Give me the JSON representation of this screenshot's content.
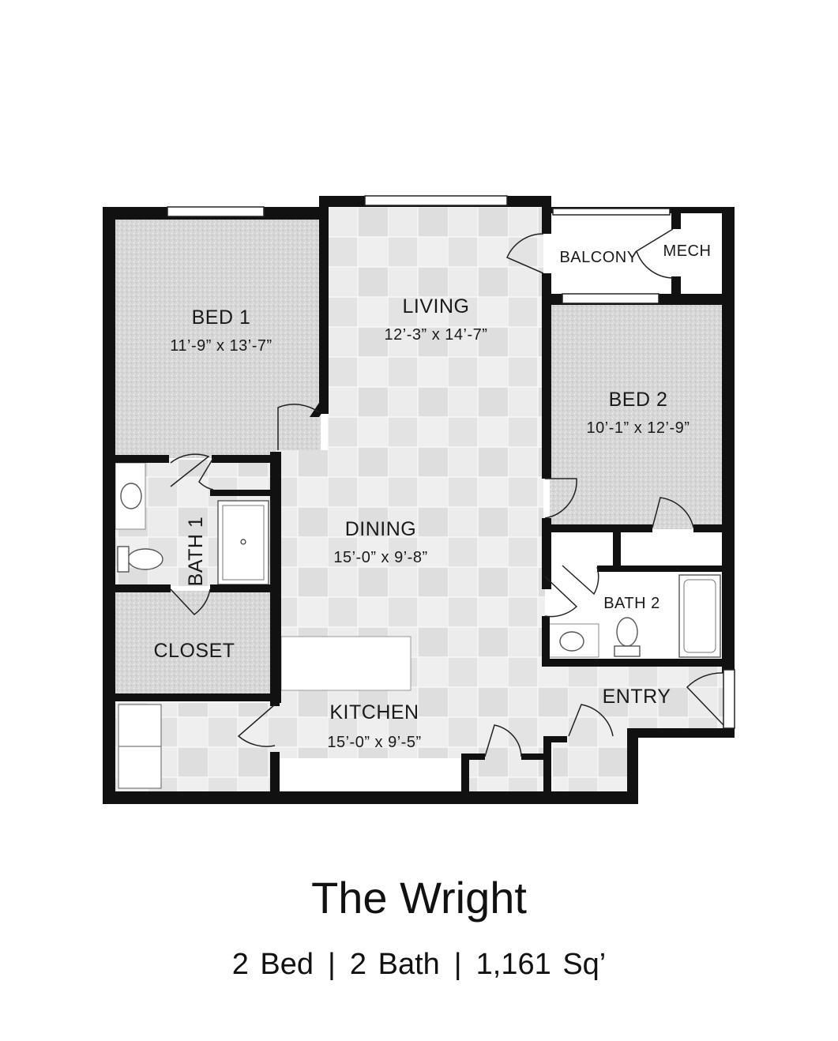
{
  "plan": {
    "name": "The Wright",
    "beds": "2 Bed",
    "baths": "2 Bath",
    "area": "1,161 Sq’",
    "separator": "|"
  },
  "rooms": {
    "bed1": {
      "name": "BED 1",
      "dims": "11’-9” x 13’-7”"
    },
    "living": {
      "name": "LIVING",
      "dims": "12’-3” x 14’-7”"
    },
    "balcony": {
      "name": "BALCONY"
    },
    "mech": {
      "name": "MECH"
    },
    "bed2": {
      "name": "BED 2",
      "dims": "10’-1” x 12’-9”"
    },
    "dining": {
      "name": "DINING",
      "dims": "15’-0” x 9’-8”"
    },
    "bath1": {
      "name": "BATH 1"
    },
    "bath2": {
      "name": "BATH 2"
    },
    "closet": {
      "name": "CLOSET"
    },
    "kitchen": {
      "name": "KITCHEN",
      "dims": "15’-0” x 9’-5”"
    },
    "entry": {
      "name": "ENTRY"
    }
  },
  "colors": {
    "wall": "#111111",
    "carpet": "#d9d9d9",
    "tile": "#e6e6e6",
    "fixture": "#ffffff"
  }
}
